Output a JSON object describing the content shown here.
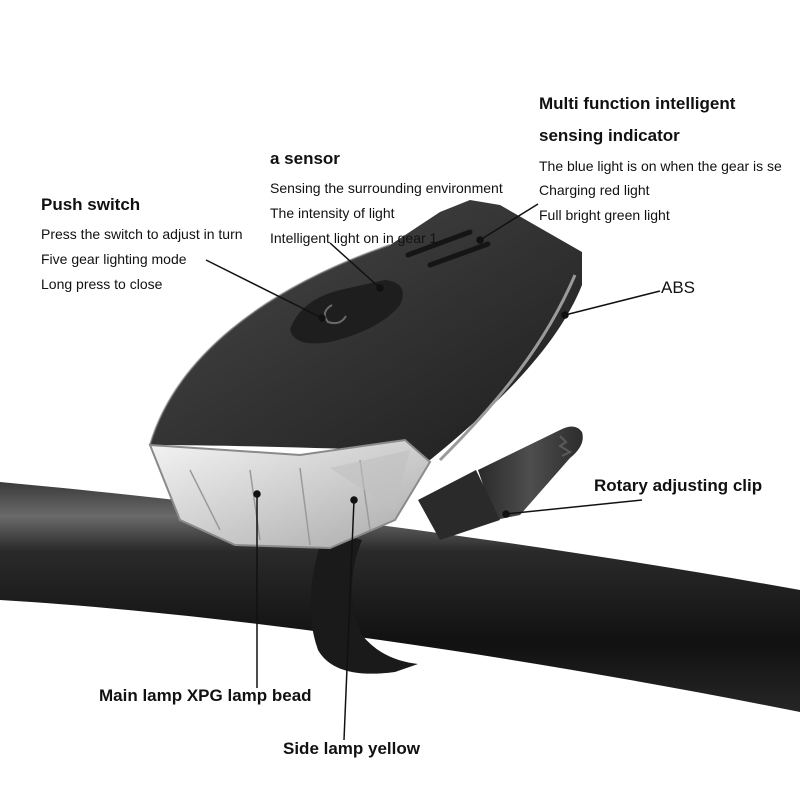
{
  "push_switch": {
    "title": "Push switch",
    "lines": [
      "Press the switch to adjust in turn",
      "Five gear lighting mode",
      "Long press to close"
    ]
  },
  "sensor": {
    "title": "a sensor",
    "lines": [
      "Sensing the surrounding environment",
      "The intensity of light",
      "Intelligent light on in gear 1"
    ]
  },
  "indicator": {
    "title_line1": "Multi function intelligent",
    "title_line2": "sensing indicator",
    "lines": [
      "The blue light is on when the gear is se",
      "Charging red light",
      "Full bright green light"
    ]
  },
  "abs": {
    "title": "ABS"
  },
  "clip": {
    "title": "Rotary adjusting clip"
  },
  "main_lamp": {
    "title": "Main lamp XPG lamp bead"
  },
  "side_lamp": {
    "title": "Side lamp yellow"
  },
  "colors": {
    "text": "#111111",
    "body": "#3a3a3a",
    "bar": "#1c1c1c",
    "leader": "#111111"
  }
}
